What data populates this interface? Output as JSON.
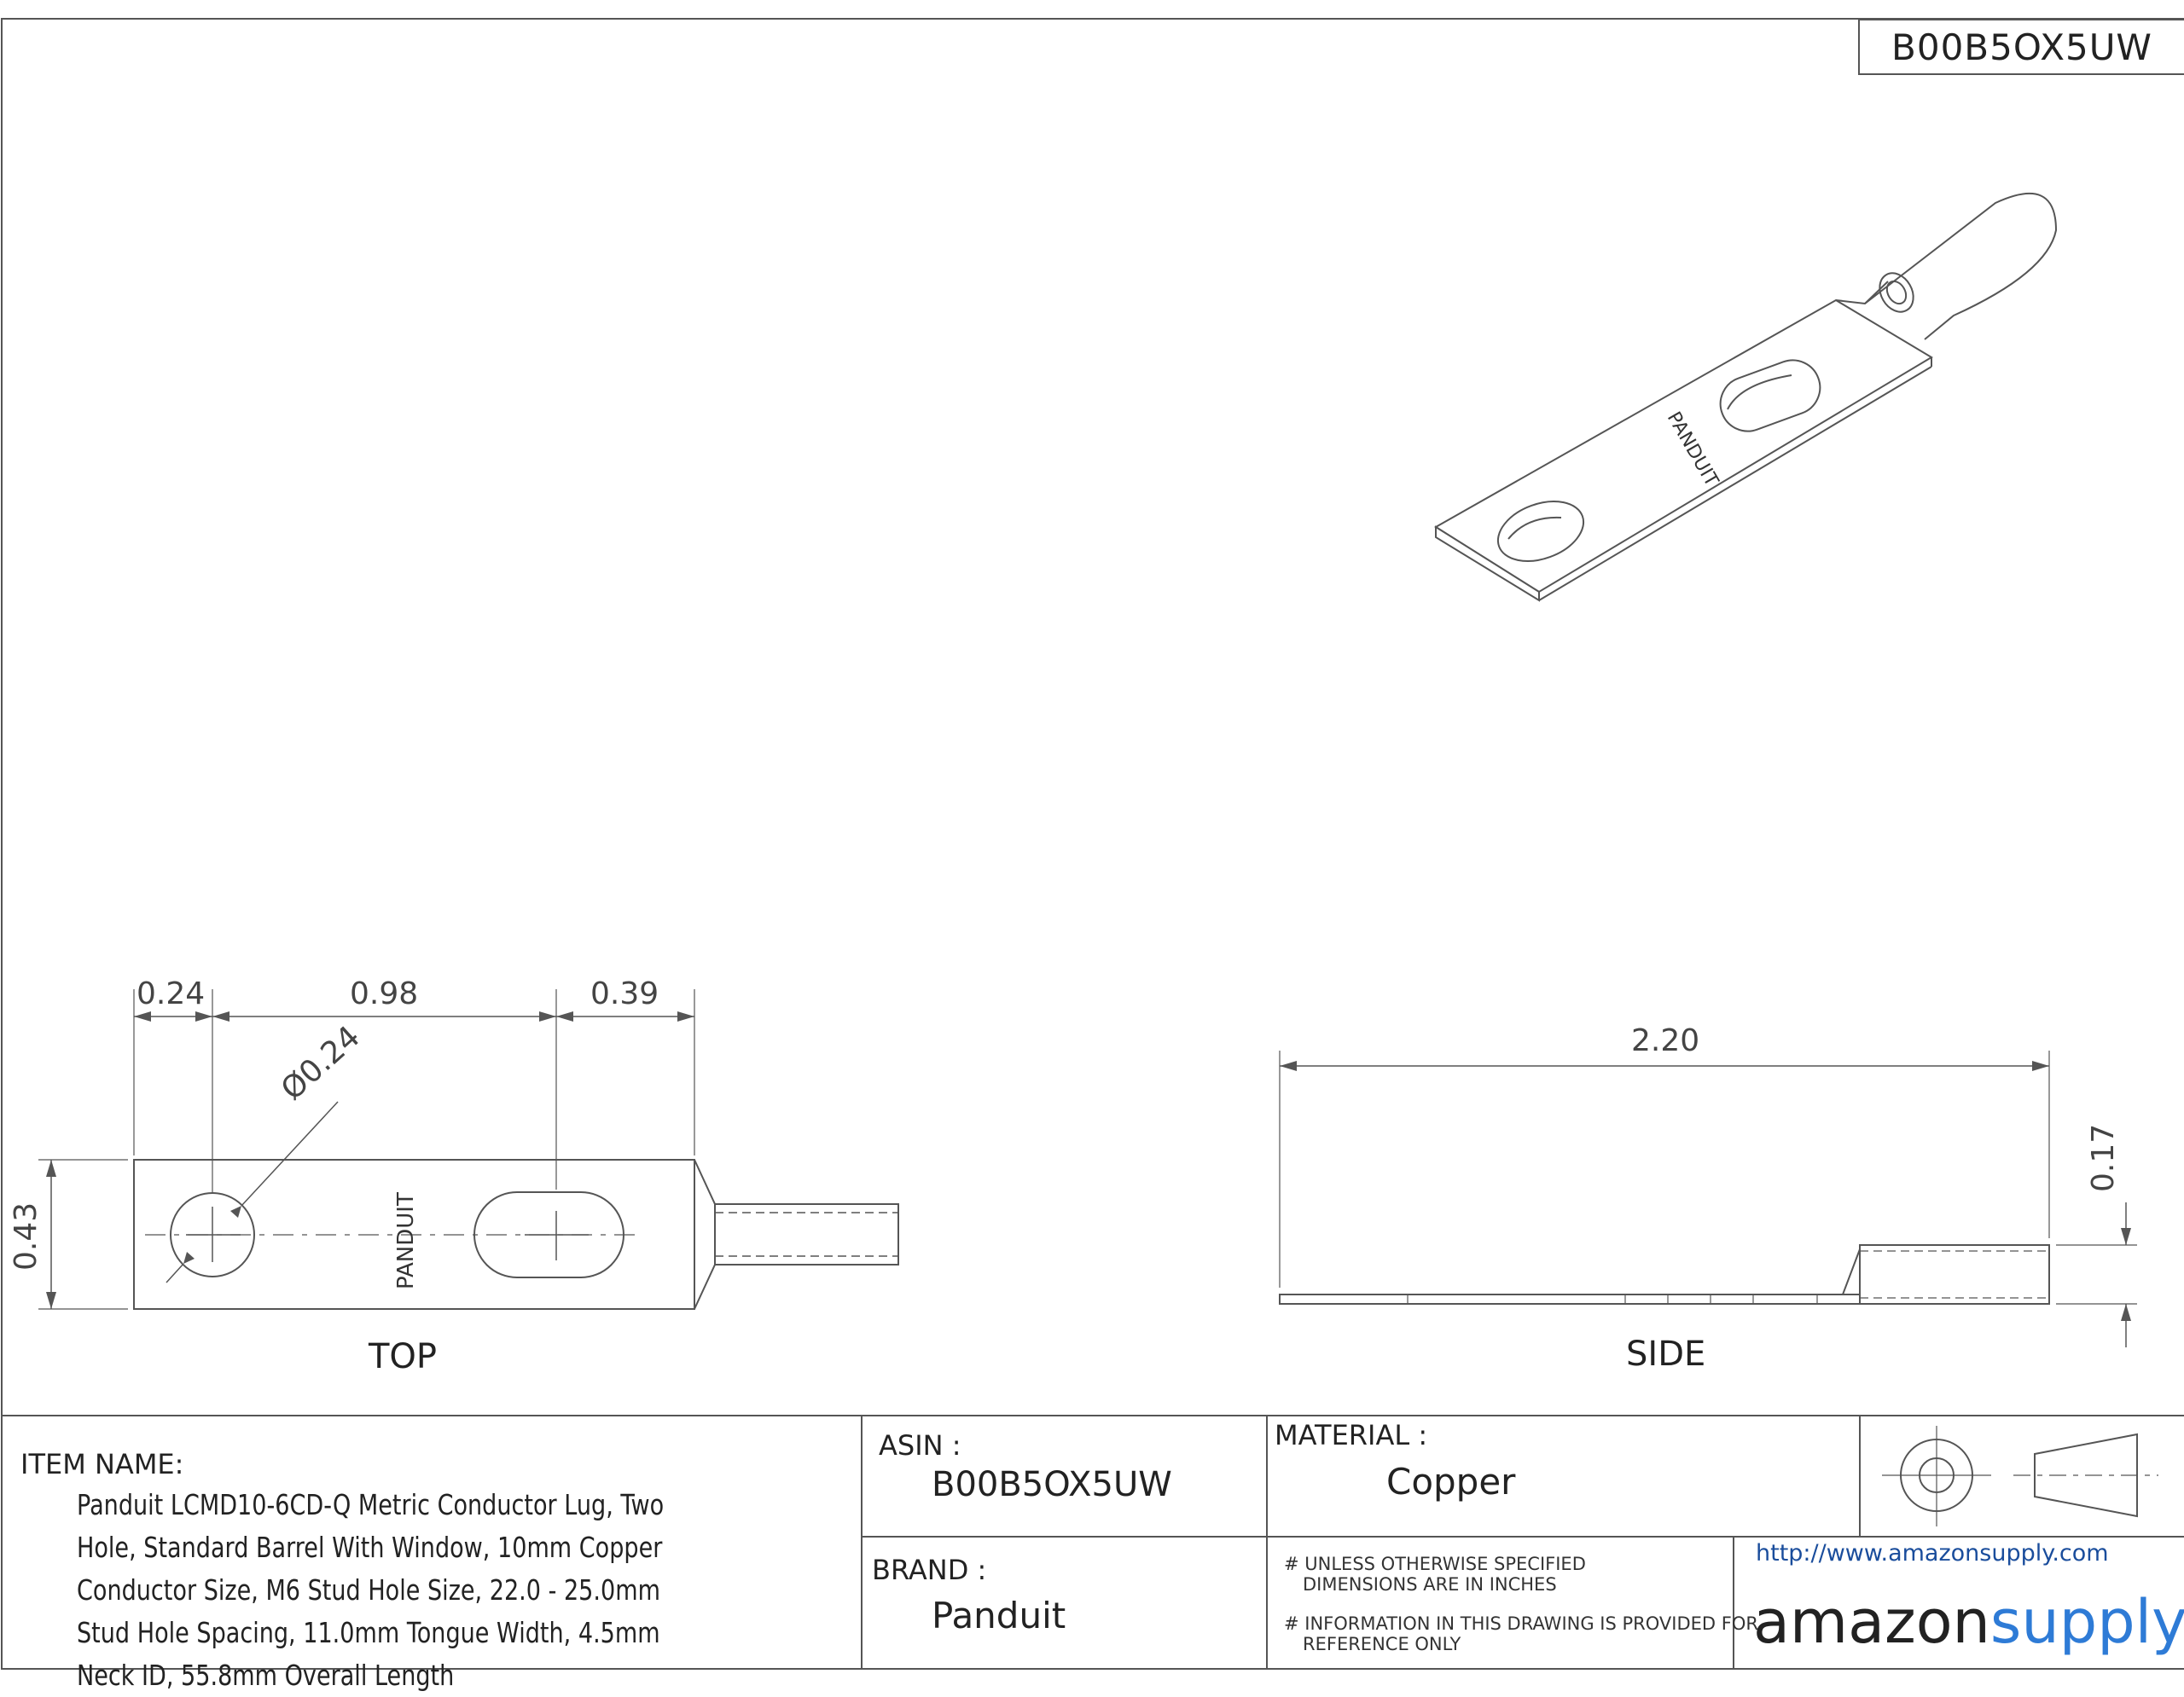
{
  "header": {
    "asin_box": "B00B5OX5UW"
  },
  "views": {
    "top": "TOP",
    "side": "SIDE"
  },
  "top_view": {
    "dim_left": "0.24",
    "dim_middle": "0.98",
    "dim_right": "0.39",
    "dim_hole_diameter": "Ø0.24",
    "dim_height": "0.43",
    "marking": "PANDUIT"
  },
  "side_view": {
    "dim_length": "2.20",
    "dim_height": "0.17"
  },
  "iso_view": {
    "marking": "PANDUIT"
  },
  "title_block": {
    "item_name_label": "ITEM NAME:",
    "item_name": "Panduit LCMD10-6CD-Q Metric Conductor Lug, Two Hole, Standard Barrel With Window, 10mm Copper Conductor Size, M6 Stud Hole Size, 22.0 - 25.0mm Stud Hole Spacing, 11.0mm Tongue Width, 4.5mm Neck ID, 55.8mm Overall Length",
    "asin_label": "ASIN :",
    "asin": "B00B5OX5UW",
    "brand_label": "BRAND :",
    "brand": "Panduit",
    "material_label": "MATERIAL :",
    "material": "Copper",
    "note_1_line_1": "# UNLESS OTHERWISE SPECIFIED",
    "note_1_line_2": "DIMENSIONS ARE IN INCHES",
    "note_2_line_1": "# INFORMATION IN THIS DRAWING IS PROVIDED FOR",
    "note_2_line_2": "REFERENCE ONLY",
    "url": "http://www.amazonsupply.com",
    "logo_main": "amazon",
    "logo_accent": "supply"
  },
  "colors": {
    "line": "#555555",
    "text": "#222222",
    "accent": "#2e7bd6",
    "link": "#1a4d9c"
  }
}
